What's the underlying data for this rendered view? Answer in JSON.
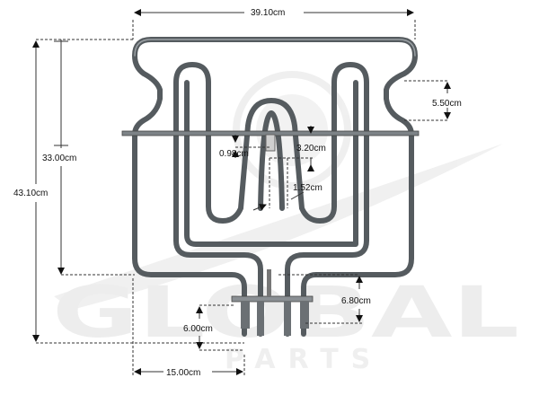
{
  "watermark": {
    "brand_line1": "GLOBAL",
    "brand_line2": "PARTS",
    "color": "#ececec"
  },
  "element": {
    "tube_color": "#555b5f",
    "tube_highlight": "#9aa0a4"
  },
  "dimensions": {
    "width_top": "39.10cm",
    "height_total": "43.10cm",
    "height_inner": "33.00cm",
    "side_step": "5.50cm",
    "loop_gap": "3.20cm",
    "bracket": "0.98cm",
    "tube_pitch": "1.52cm",
    "terminal_height": "6.80cm",
    "terminal_drop": "6.00cm",
    "half_width": "15.00cm"
  },
  "colors": {
    "dimension_line": "#333333",
    "label": "#111111"
  }
}
